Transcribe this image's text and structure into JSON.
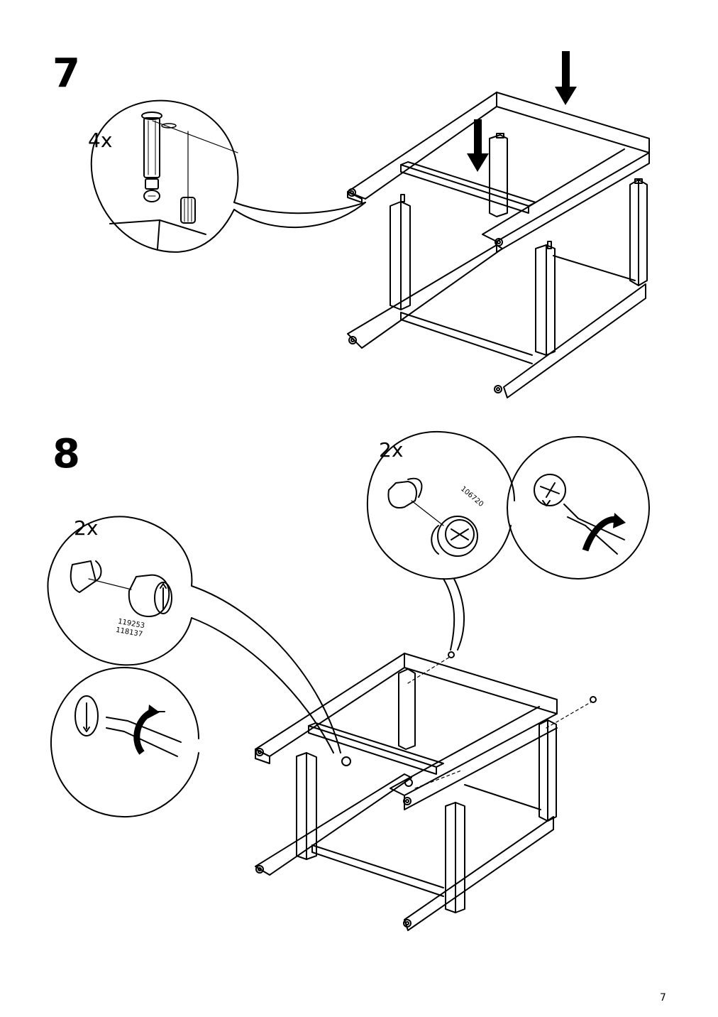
{
  "page_number": "7",
  "steps": [
    {
      "number": "7",
      "detail_quantity": "4x"
    },
    {
      "number": "8",
      "left_detail_quantity": "2x",
      "left_part_numbers": [
        "119253",
        "118137"
      ],
      "right_detail_quantity": "2x",
      "right_part_number": "106720"
    }
  ],
  "icons": {
    "push_down": "arrow-down-icon",
    "turn": "rotate-clockwise-icon"
  }
}
